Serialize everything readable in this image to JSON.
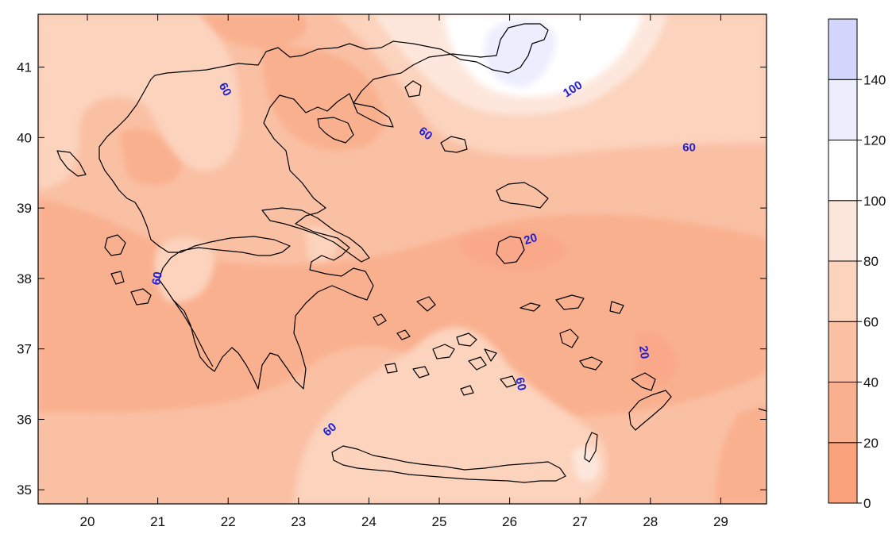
{
  "chart_data": {
    "type": "contour-map",
    "title": "",
    "xlabel": "",
    "ylabel": "",
    "xlim": [
      19.3,
      29.65
    ],
    "ylim": [
      34.8,
      41.75
    ],
    "x_ticks": [
      20,
      21,
      22,
      23,
      24,
      25,
      26,
      27,
      28,
      29
    ],
    "y_ticks": [
      35,
      36,
      37,
      38,
      39,
      40,
      41
    ],
    "colorbar": {
      "levels": [
        0,
        20,
        40,
        60,
        80,
        100,
        120,
        140
      ],
      "bands": [
        {
          "from": 0,
          "to": 20,
          "color": "#f9a27c"
        },
        {
          "from": 20,
          "to": 40,
          "color": "#f9b08f"
        },
        {
          "from": 40,
          "to": 60,
          "color": "#fac0a4"
        },
        {
          "from": 60,
          "to": 80,
          "color": "#fcd3bd"
        },
        {
          "from": 80,
          "to": 100,
          "color": "#fde7dc"
        },
        {
          "from": 100,
          "to": 120,
          "color": "#ffffff"
        },
        {
          "from": 120,
          "to": 140,
          "color": "#eceefd"
        },
        {
          "from": 140,
          "to": 160,
          "color": "#d4d7fb"
        }
      ]
    },
    "contour_labels": [
      {
        "text": "60",
        "lon": 21.95,
        "lat": 40.68,
        "rotate": 62
      },
      {
        "text": "100",
        "lon": 26.9,
        "lat": 40.68,
        "rotate": -32
      },
      {
        "text": "60",
        "lon": 24.8,
        "lat": 40.05,
        "rotate": 38
      },
      {
        "text": "60",
        "lon": 28.55,
        "lat": 39.85,
        "rotate": 0
      },
      {
        "text": "20",
        "lon": 26.3,
        "lat": 38.55,
        "rotate": -18
      },
      {
        "text": "60",
        "lon": 21.0,
        "lat": 38.0,
        "rotate": -80
      },
      {
        "text": "20",
        "lon": 27.9,
        "lat": 36.95,
        "rotate": 82
      },
      {
        "text": "60",
        "lon": 26.15,
        "lat": 36.5,
        "rotate": 78
      },
      {
        "text": "60",
        "lon": 23.45,
        "lat": 35.85,
        "rotate": -42
      }
    ]
  },
  "colors": {
    "contour_label": "#1f1fd6",
    "coastline": "#000000",
    "frame": "#000000"
  }
}
